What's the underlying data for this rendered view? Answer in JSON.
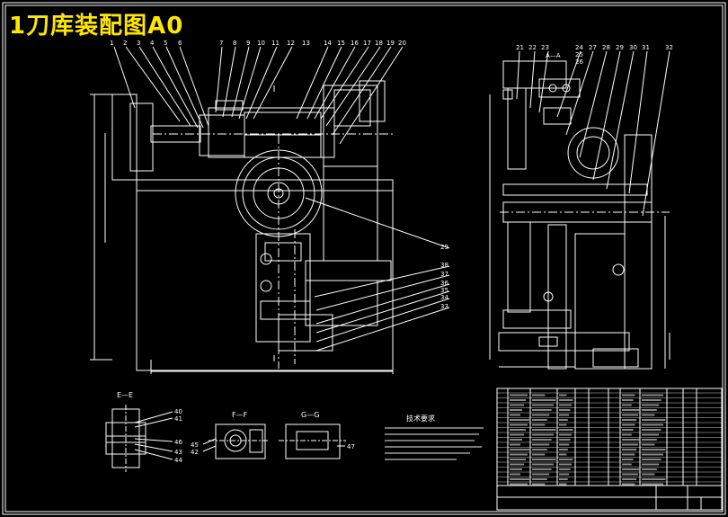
{
  "title": "1刀库装配图A0",
  "balloons_top_left": [
    "1",
    "2",
    "3",
    "4",
    "5",
    "6",
    "7",
    "8",
    "9",
    "10",
    "11",
    "12",
    "13"
  ],
  "balloons_top_mid": [
    "14",
    "15",
    "16",
    "17",
    "18",
    "19",
    "20"
  ],
  "balloons_top_right": [
    "21",
    "22",
    "23",
    "24",
    "25",
    "26",
    "27",
    "28",
    "29",
    "30",
    "31",
    "32"
  ],
  "balloons_right_col": [
    "29",
    "38",
    "37",
    "36",
    "35",
    "34",
    "33"
  ],
  "section_labels": {
    "ee": "E—E",
    "ff": "F—F",
    "gg": "G—G",
    "aa": "A—A"
  },
  "ee_callouts": [
    "40",
    "41",
    "46",
    "43",
    "44"
  ],
  "ff_callouts": [
    "45",
    "42"
  ],
  "gg_callouts": [
    "47"
  ],
  "tech_title": "技术要求",
  "colors": {
    "background": "#000000",
    "title": "#ffe600",
    "lines": "#ffffff"
  }
}
